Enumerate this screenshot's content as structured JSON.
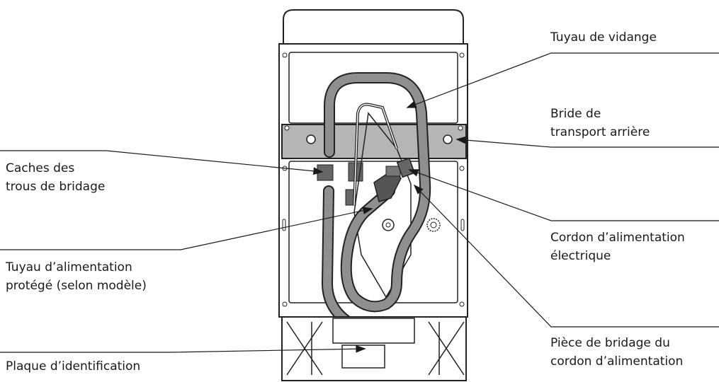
{
  "labels": {
    "vidange": {
      "lines": [
        "Tuyau de vidange"
      ]
    },
    "bride_transport": {
      "lines": [
        "Bride de",
        "transport arrière"
      ]
    },
    "caches": {
      "lines": [
        "Caches des",
        "trous de bridage"
      ]
    },
    "cordon": {
      "lines": [
        "Cordon d’alimentation",
        "électrique"
      ]
    },
    "tuyau_alim": {
      "lines": [
        "Tuyau d’alimentation",
        "protégé (selon modèle)"
      ]
    },
    "plaque": {
      "lines": [
        "Plaque d’identification"
      ]
    },
    "piece_bridage": {
      "lines": [
        "Pièce de bridage du",
        "cordon d’alimentation"
      ]
    }
  },
  "colors": {
    "line": "#1a1a1a",
    "hose": "#8f8f8f",
    "band": "#b5b5b5",
    "stroke": "#222222"
  }
}
